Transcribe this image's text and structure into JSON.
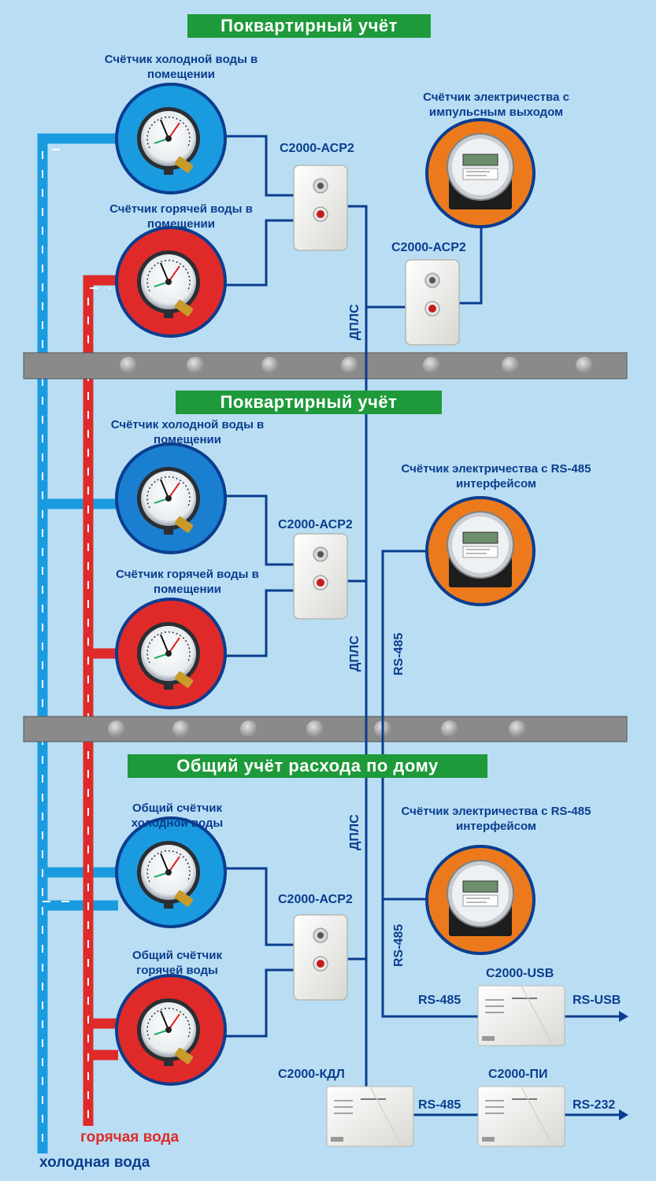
{
  "banners": {
    "top": "Поквартирный учёт",
    "middle": "Поквартирный учёт",
    "bottom": "Общий учёт расхода по дому"
  },
  "meters": {
    "cold1": "Счётчик холодной воды в помещении",
    "hot1": "Счётчик горячей воды в помещении",
    "cold2": "Счётчик холодной воды в помещении",
    "hot2": "Счётчик горячей воды в помещении",
    "cold_common": "Общий счётчик холодной воды",
    "hot_common": "Общий счётчик горячей воды"
  },
  "electric": {
    "e1": "Счётчик электричества с импульсным выходом",
    "e2": "Счётчик электричества с RS-485 интерфейсом",
    "e3": "Счётчик электричества с RS-485 интерфейсом"
  },
  "devices": {
    "acp2": "С2000-АСР2",
    "usb": "С2000-USB",
    "kdl": "С2000-КДЛ",
    "pi": "С2000-ПИ"
  },
  "lines": {
    "dpls": "ДПЛС",
    "rs485": "RS-485",
    "rs_usb": "RS-USB",
    "rs232": "RS-232"
  },
  "pipes": {
    "hot": "горячая вода",
    "cold": "холодная вода"
  },
  "colors": {
    "background": "#b9def3",
    "banner": "#1e9a3a",
    "cold_pipe": "#1a9be0",
    "hot_pipe": "#e02a2a",
    "bus_line": "#0b3d8f",
    "electric_circle": "#ec7a1c",
    "slab": "#8a8a8a"
  },
  "icons": [
    "pressure-gauge-icon",
    "electricity-meter-icon",
    "acp2-module-icon",
    "interface-box-icon",
    "arrow-right-icon",
    "floor-slab-icon"
  ]
}
